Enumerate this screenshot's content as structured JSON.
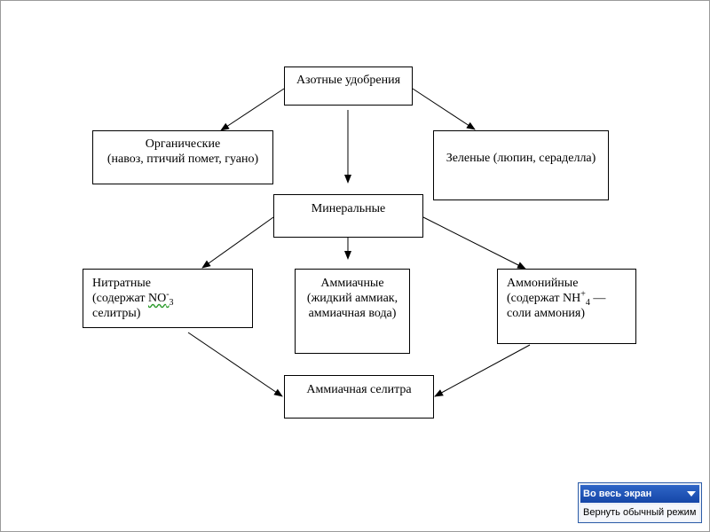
{
  "diagram": {
    "root": "Азотные удобрения",
    "organic": {
      "line1": "Органические",
      "line2": "(навоз, птичий помет, гуано)"
    },
    "green": "Зеленые (люпин, сераделла)",
    "mineral": "Минеральные",
    "nitrate": {
      "line1": "Нитратные",
      "line2_prefix": "(содержат ",
      "line2_no": "NO",
      "line2_sup": "-",
      "line2_sub": "3",
      "line3": "селитры)"
    },
    "ammonia": {
      "line1": "Аммиачные",
      "line2": "(жидкий аммиак,",
      "line3": "аммиачная вода)"
    },
    "ammonium": {
      "line1": "Аммонийные",
      "line2_prefix": "(содержат NH",
      "line2_sup": "+",
      "line2_sub": "4",
      "line2_suffix": " —",
      "line3": "соли аммония)"
    },
    "saltpeter": "Аммиачная селитра"
  },
  "toolbar": {
    "title": "Во весь экран",
    "dropdown_icon": "chevron-down-icon",
    "restore_label": "Вернуть обычный режим",
    "title_color": "#1546a8"
  }
}
